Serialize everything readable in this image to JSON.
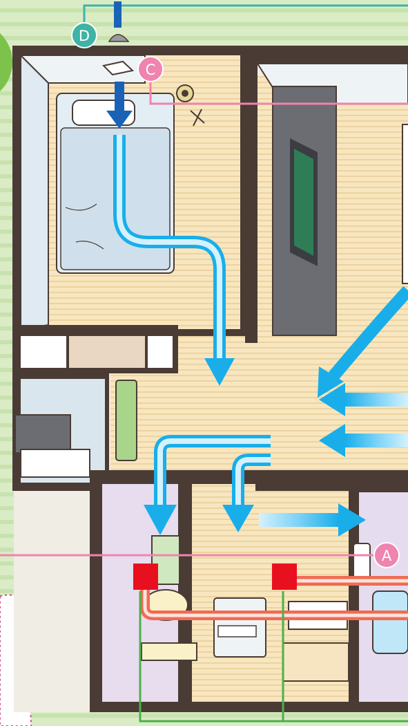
{
  "labels": {
    "a": "A",
    "c": "C",
    "d": "D"
  },
  "colors": {
    "background": "#d9ecc6",
    "stripe": "#c8e2ae",
    "wall": "#4a3b34",
    "floor": "#f6e2b4",
    "airflow": "#19aeea",
    "label_a": "#ef84ae",
    "label_c": "#ef84ae",
    "label_d": "#3fb3a5",
    "exhaust_duct": "#ef6b52",
    "exhaust_fan": "#e8101e",
    "green_line": "#4bb14a",
    "supply_arrow": "#1a62b8",
    "corner_disc": "#7dc24a"
  }
}
